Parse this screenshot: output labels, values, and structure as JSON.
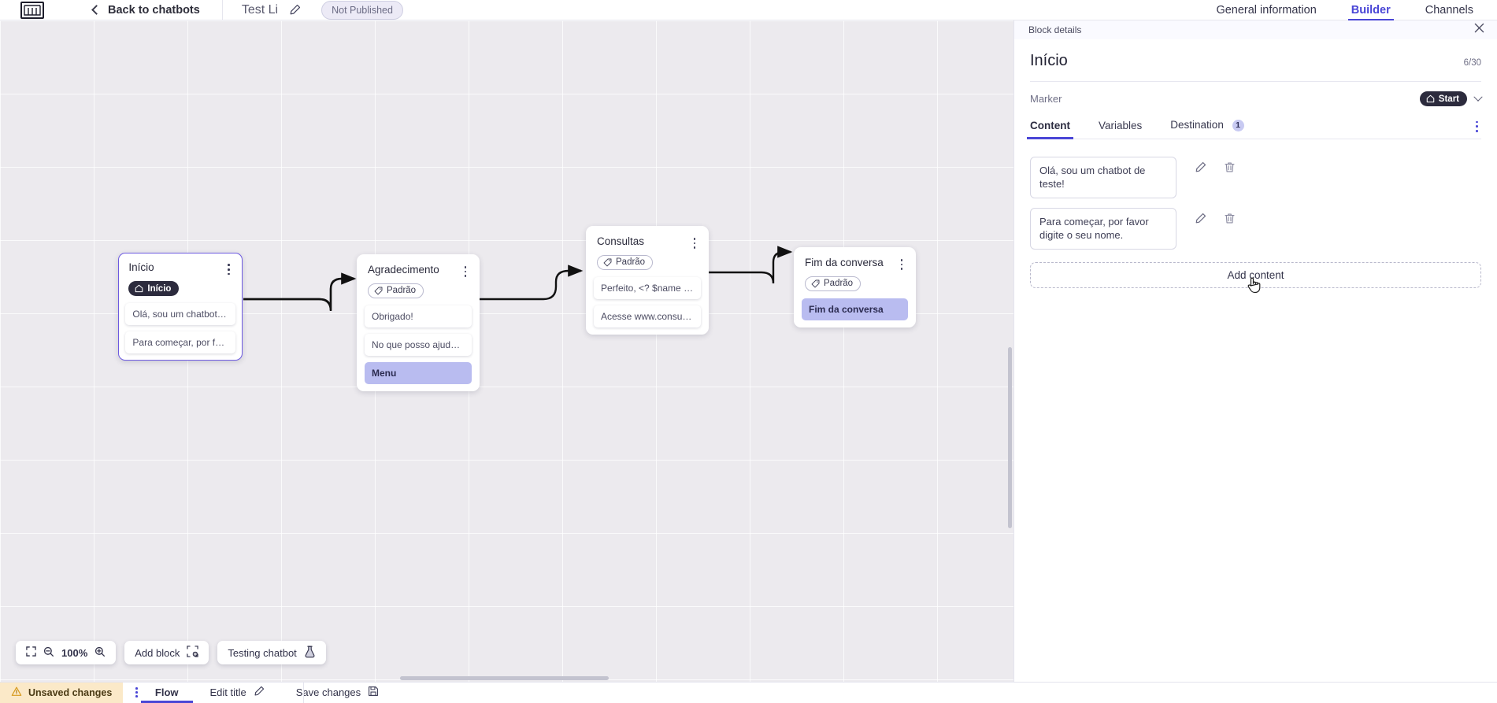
{
  "topbar": {
    "logo_alt": "app-logo",
    "back_label": "Back to chatbots",
    "bot_name": "Test Li",
    "status_pill": "Not Published",
    "tabs": [
      {
        "label": "General information",
        "active": false
      },
      {
        "label": "Builder",
        "active": true
      },
      {
        "label": "Channels",
        "active": false
      }
    ]
  },
  "canvas": {
    "nodes": [
      {
        "title": "Início",
        "marker": "Início",
        "marker_type": "start",
        "messages": [
          {
            "text": "Olá, sou um chatbot de teste!",
            "accent": false
          },
          {
            "text": "Para começar, por favor digite o ...",
            "accent": false
          }
        ],
        "selected": true
      },
      {
        "title": "Agradecimento",
        "marker": "Padrão",
        "marker_type": "default",
        "messages": [
          {
            "text": "Obrigado!",
            "accent": false
          },
          {
            "text": "No que posso ajudar, <? $name ...",
            "accent": false
          },
          {
            "text": "Menu",
            "accent": true
          }
        ],
        "selected": false
      },
      {
        "title": "Consultas",
        "marker": "Padrão",
        "marker_type": "default",
        "messages": [
          {
            "text": "Perfeito, <? $name ?>!",
            "accent": false
          },
          {
            "text": "Acesse www.consultas.com par...",
            "accent": false
          }
        ],
        "selected": false
      },
      {
        "title": "Fim da conversa",
        "marker": "Padrão",
        "marker_type": "default",
        "messages": [
          {
            "text": "Fim da conversa",
            "accent": true
          }
        ],
        "selected": false
      }
    ],
    "toolbar": {
      "fit_label": "fit-screen",
      "zoom_out_label": "zoom-out",
      "zoom_value": "100%",
      "zoom_in_label": "zoom-in",
      "add_block": "Add block",
      "testing_chatbot": "Testing chatbot"
    }
  },
  "panel": {
    "header_label": "Block details",
    "block_title": "Início",
    "counter": "6/30",
    "marker_label": "Marker",
    "marker_value": "Start",
    "tabs": [
      {
        "label": "Content",
        "active": true,
        "badge": ""
      },
      {
        "label": "Variables",
        "active": false,
        "badge": ""
      },
      {
        "label": "Destination",
        "active": false,
        "badge": "1"
      }
    ],
    "contents": [
      {
        "text": "Olá, sou um chatbot de teste!"
      },
      {
        "text": "Para começar, por favor digite o seu nome."
      }
    ],
    "add_content_label": "Add content"
  },
  "bottombar": {
    "unsaved_label": "Unsaved changes",
    "flow_label": "Flow",
    "edit_title_label": "Edit title",
    "save_changes_label": "Save changes"
  },
  "colors": {
    "accent": "#4a46d6",
    "node_accent_bg": "#b9bcf0",
    "warning_bg": "#fbe9c8",
    "canvas_bg": "#eceaee"
  }
}
